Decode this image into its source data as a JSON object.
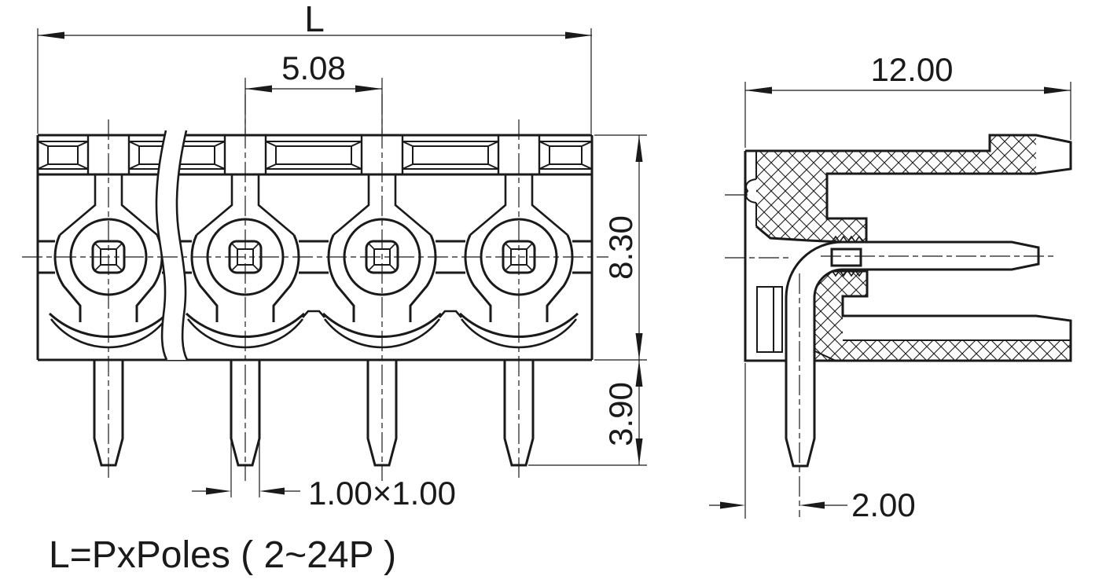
{
  "drawing": {
    "type": "engineering-dimension-drawing",
    "subject": "pluggable terminal block pin header, front view and side section view",
    "colors": {
      "line": "#1a1a1a",
      "background": "#ffffff"
    },
    "front_view": {
      "dim_total_length": "L",
      "dim_pitch": "5.08",
      "dim_body_height": "8.30",
      "dim_pin_length": "3.90",
      "dim_pin_cross_section": "1.00×1.00"
    },
    "side_view": {
      "dim_depth": "12.00",
      "dim_pin_offset": "2.00"
    },
    "footnote": "L=PxPoles ( 2~24P )"
  }
}
